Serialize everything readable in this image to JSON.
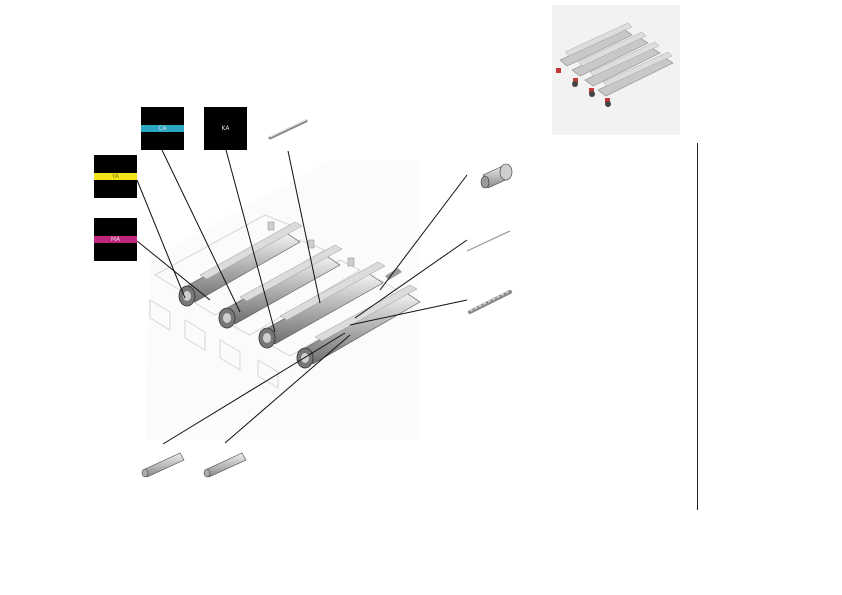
{
  "labels": {
    "cyan": {
      "text": "CA",
      "color": "#2aa7c1"
    },
    "black": {
      "text": "KA",
      "color": "#000000"
    },
    "yellow": {
      "text": "YA",
      "color": "#f2e31b"
    },
    "magenta": {
      "text": "MA",
      "color": "#c0267e"
    }
  }
}
